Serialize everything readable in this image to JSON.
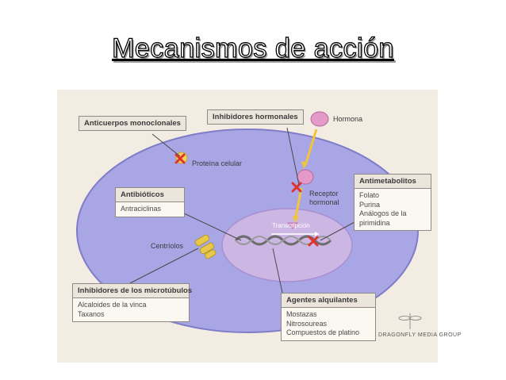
{
  "slide": {
    "title": "Mecanismos de acción"
  },
  "diagram": {
    "boxes": {
      "anticuerpos": {
        "title": "Anticuerpos monoclonales"
      },
      "hormonales": {
        "title": "Inhibidores hormonales"
      },
      "antibioticos": {
        "title": "Antibióticos",
        "items": [
          "Antraciclinas"
        ]
      },
      "antimetabolitos": {
        "title": "Antimetabolitos",
        "items": [
          "Folato",
          "Purina",
          "Análogos de la",
          "pirimidina"
        ]
      },
      "microtubulos": {
        "title": "Inhibidores de los microtúbulos",
        "items": [
          "Alcaloides de la vinca",
          "Taxanos"
        ]
      },
      "alquilantes": {
        "title": "Agentes alquilantes",
        "items": [
          "Mostazas",
          "Nitrosoureas",
          "Compuestos de platino"
        ]
      }
    },
    "labels": {
      "hormona": "Hormona",
      "proteina": "Proteína celular",
      "receptor_line1": "Receptor",
      "receptor_line2": "hormonal",
      "centriolos": "Centríolos",
      "transcripcion": "Transcripción"
    },
    "brand": "DRAGONFLY MEDIA GROUP",
    "colors": {
      "cell_fill": "#a9a6e6",
      "nucleus_fill": "#cbb6e4",
      "hormone": "#e39ac9",
      "inhibit_mark": "#e0332b",
      "arrow": "#f2c43a",
      "centriole": "#e6c84a"
    }
  }
}
